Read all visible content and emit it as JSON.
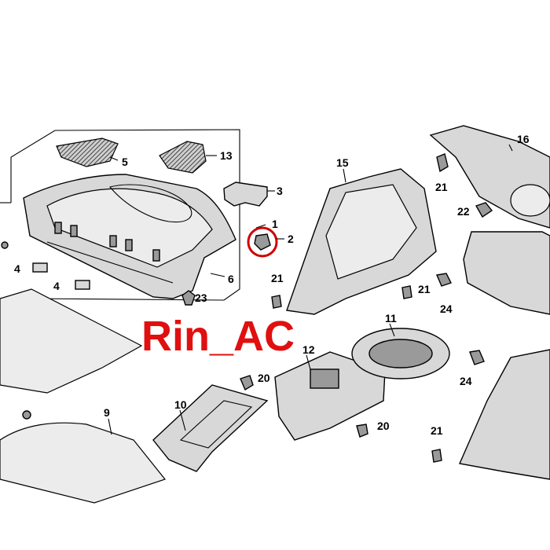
{
  "diagram": {
    "watermark": "Rin_AC",
    "accent_color": "#e01010",
    "callouts": {
      "c1": "1",
      "c2": "2",
      "c3": "3",
      "c4a": "4",
      "c4b": "4",
      "c5": "5",
      "c6": "6",
      "c9": "9",
      "c10": "10",
      "c11": "11",
      "c12": "12",
      "c13": "13",
      "c15": "15",
      "c16": "16",
      "c20a": "20",
      "c20b": "20",
      "c21a": "21",
      "c21b": "21",
      "c21c": "21",
      "c21d": "21",
      "c22": "22",
      "c23": "23",
      "c24a": "24",
      "c24b": "24"
    }
  }
}
